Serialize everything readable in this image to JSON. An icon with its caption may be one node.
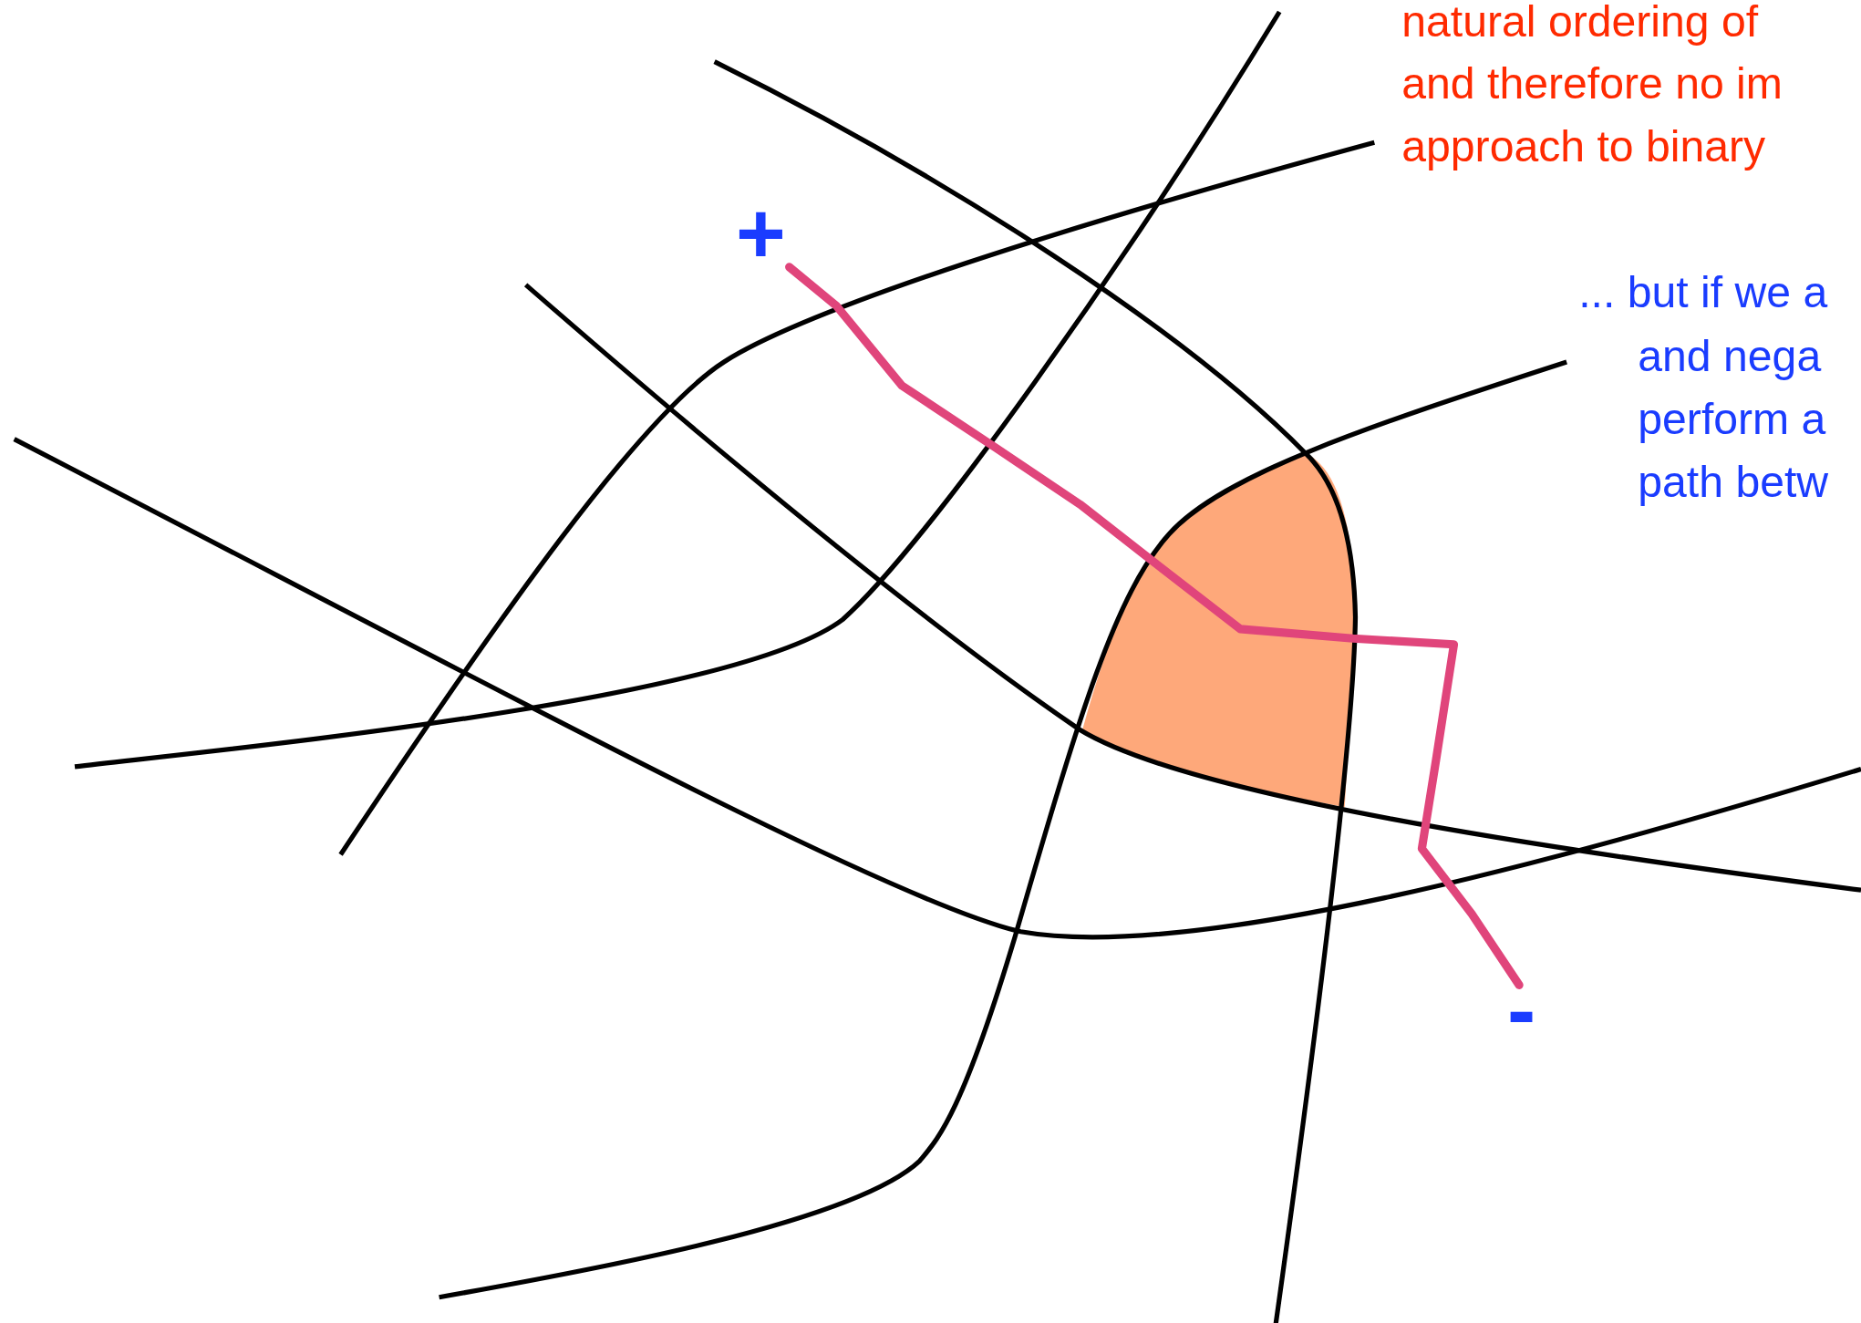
{
  "diagram": {
    "labels": [
      "natural ordering of",
      "and therefore no im",
      "approach to binary",
      "+",
      "... but if we a",
      "and nega",
      "perform a",
      "path betw",
      "-"
    ]
  }
}
